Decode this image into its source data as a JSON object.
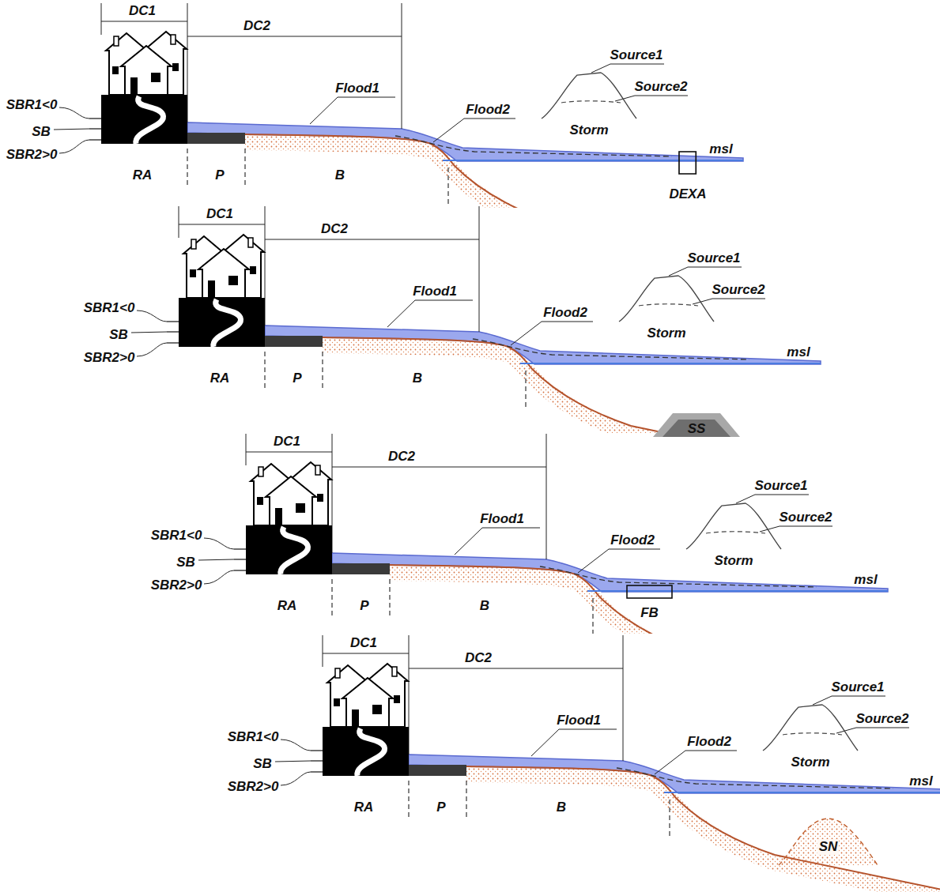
{
  "diagram": {
    "nodes": [
      {
        "text": [
          "Storm"
        ]
      },
      {
        "text": [
          "DEXA"
        ]
      },
      {
        "text": [
          "Storm"
        ]
      },
      {
        "text": [
          "SS"
        ]
      },
      {
        "text": [
          "Storm"
        ]
      },
      {
        "text": [
          "FB"
        ]
      },
      {
        "text": [
          "Storm"
        ]
      },
      {
        "text": [
          "SN"
        ]
      }
    ],
    "labels": [
      "DC1",
      "DC2",
      "SBR1<0",
      "SB",
      "SBR2>0",
      "Flood1",
      "Flood2",
      "Source1",
      "Source2",
      "msl",
      "RA",
      "P",
      "B",
      "DC1",
      "DC2",
      "SBR1<0",
      "SB",
      "SBR2>0",
      "Flood1",
      "Flood2",
      "Source1",
      "Source2",
      "msl",
      "RA",
      "P",
      "B",
      "DC1",
      "DC2",
      "SBR1<0",
      "SB",
      "SBR2>0",
      "Flood1",
      "Flood2",
      "Source1",
      "Source2",
      "msl",
      "RA",
      "P",
      "B",
      "DC1",
      "DC2",
      "SBR1<0",
      "SB",
      "SBR2>0",
      "Flood1",
      "Flood2",
      "Source1",
      "Source2",
      "msl",
      "RA",
      "P",
      "B"
    ]
  }
}
